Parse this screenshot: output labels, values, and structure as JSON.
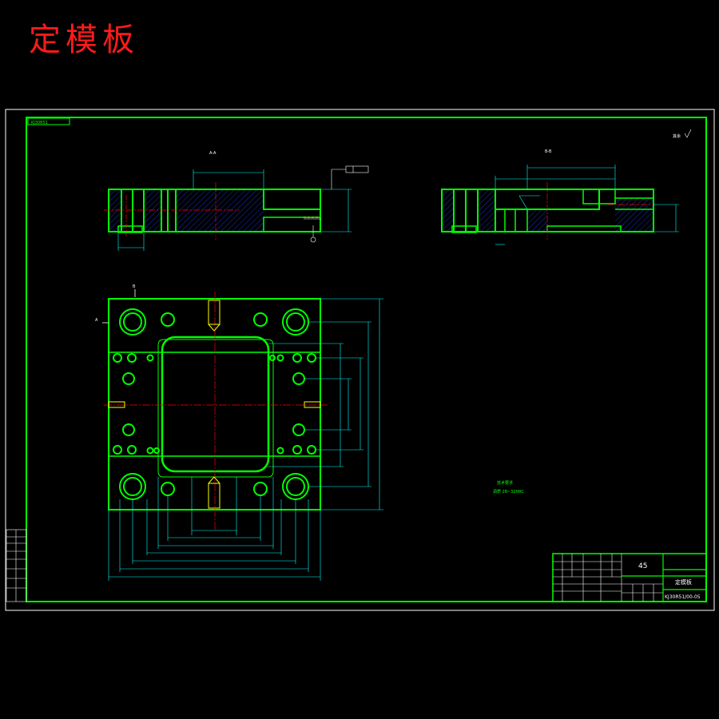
{
  "title": "定模板",
  "drawing": {
    "frame_tag": "KJ30R51",
    "material": "45",
    "part_name": "定模板",
    "drawing_no": "KJ30R51/00-05",
    "section_a_label": "A-A",
    "section_b_label": "B-B",
    "section_mark_a": "A",
    "section_mark_b": "B",
    "roughness_note": "其余",
    "tech_note_title": "技术要求",
    "tech_note_body": "调质 28~32HRC"
  },
  "colors": {
    "outline": "#00ff00",
    "frame": "#ffffff",
    "dimension": "#00ffff",
    "centerline": "#ff0000",
    "hatch": "#0000ff",
    "hidden": "#ffff00",
    "title_text": "#ff1a1a"
  }
}
